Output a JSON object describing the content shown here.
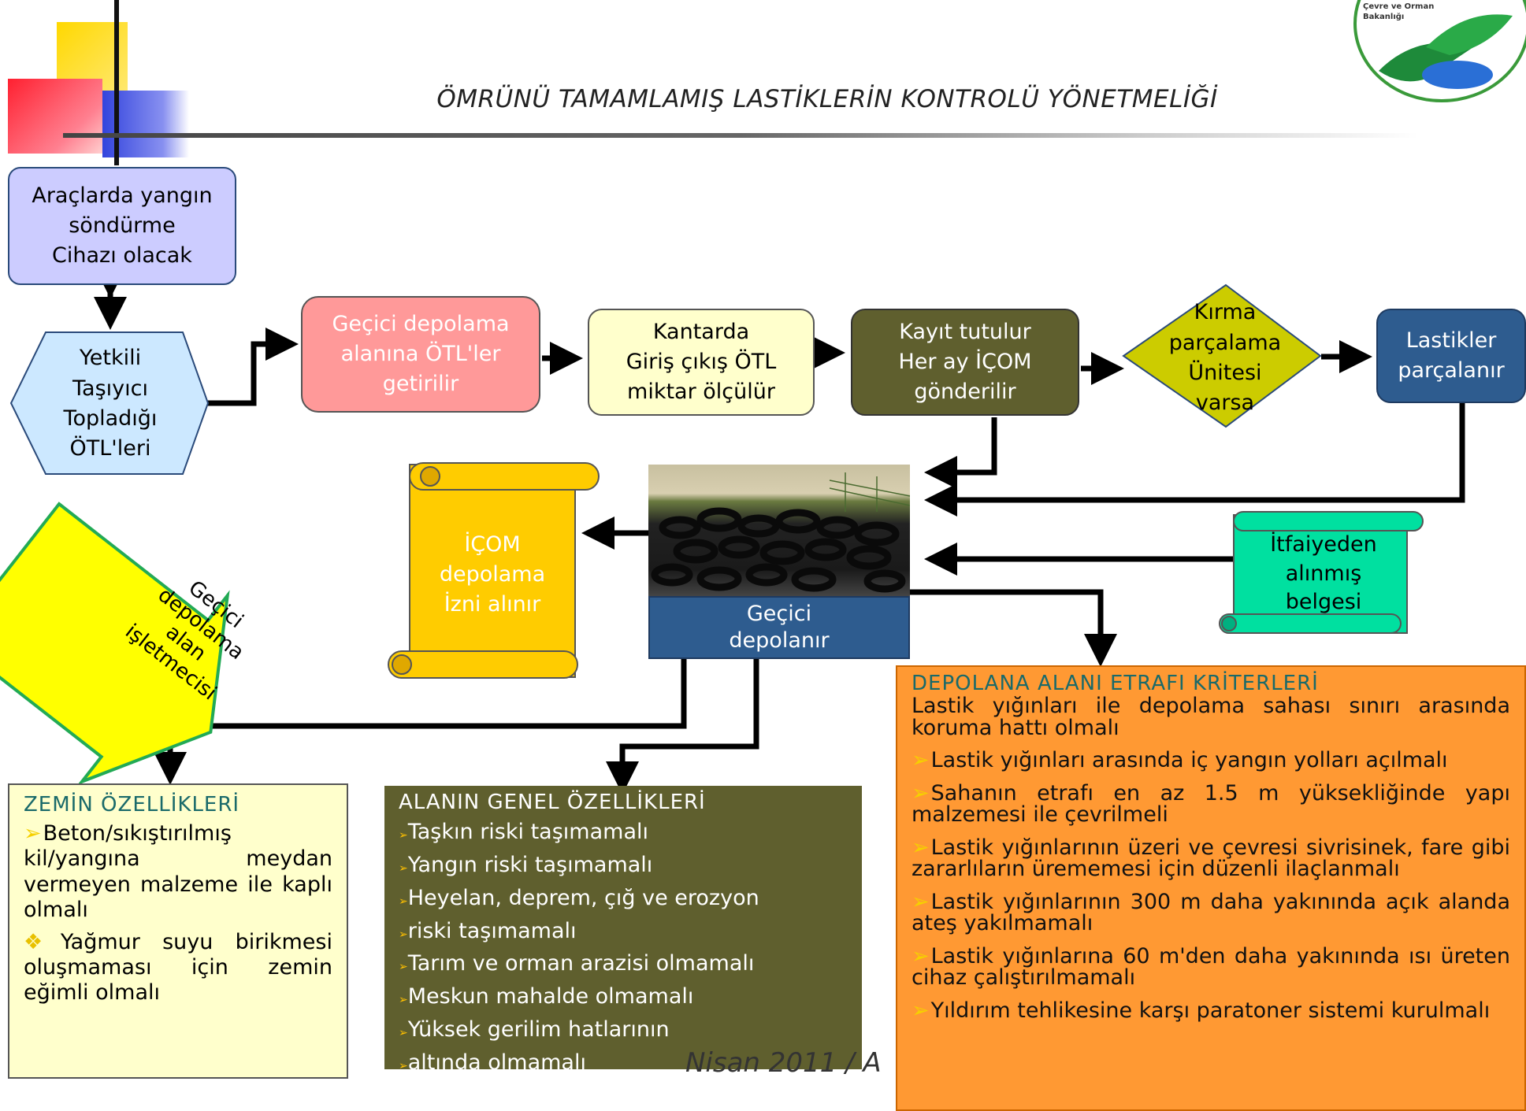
{
  "title": "ÖMRÜNÜ TAMAMLAMIŞ LASTİKLERİN KONTROLÜ YÖNETMELİĞİ",
  "logo": {
    "text_line1": "Çevre ve Orman",
    "text_line2": "Bakanlığı"
  },
  "nodes": {
    "fire_extinguisher": "Araçlarda yangın\nsöndürme\nCihazı olacak",
    "carrier": "Yetkili\nTaşıyıcı\nTopladığı\nÖTL'leri",
    "temp_storage_area": "Geçici depolama\nalanına ÖTL'ler\ngetirilir",
    "weighbridge": "Kantarda\nGiriş çıkış ÖTL\nmiktar ölçülür",
    "records": "Kayıt tutulur\nHer ay İÇOM\ngönderilir",
    "shredding_unit": "Kırma\nparçalama\nÜnitesi\nvarsa",
    "tires_shredded": "Lastikler\nparçalanır",
    "stored_temporarily": "Geçici\ndepolanır",
    "icom_permit": "İÇOM\ndepolama\nİzni alınır",
    "fire_dept_certificate": "İtfaiyeden\nalınmış\nbelgesi",
    "operator": "Geçici\ndepolama\nalan\nişletmecisi"
  },
  "panels": {
    "ground": {
      "heading": "ZEMİN ÖZELLİKLERİ",
      "items": [
        "Beton/sıkıştırılmış kil/yangına meydan vermeyen malzeme ile kaplı olmalı",
        "Yağmur suyu birikmesi oluşmaması için zemin eğimli olmalı"
      ]
    },
    "general": {
      "heading": "ALANIN GENEL ÖZELLİKLERİ",
      "items": [
        "Taşkın riski taşımamalı",
        "Yangın riski taşımamalı",
        "Heyelan, deprem, çığ ve erozyon",
        "riski taşımamalı",
        "Tarım ve orman arazisi olmamalı",
        "Meskun mahalde olmamalı",
        "Yüksek gerilim hatlarının",
        "altında olmamalı"
      ]
    },
    "surroundings": {
      "heading": "DEPOLANA ALANI ETRAFI KRİTERLERİ",
      "items": [
        "Lastik yığınları ile depolama sahası sınırı arasında koruma hattı olmalı",
        "Lastik yığınları arasında iç yangın yolları açılmalı",
        "Sahanın etrafı en az 1.5 m yüksekliğinde yapı malzemesi ile çevrilmeli",
        "Lastik yığınlarının üzeri ve çevresi sivrisinek, fare gibi zararlıların ürememesi için düzenli ilaçlanmalı",
        "Lastik yığınlarının 300 m daha yakınında açık alanda ateş yakılmamalı",
        "Lastik yığınlarına 60 m'den daha yakınında ısı üreten cihaz çalıştırılmamalı",
        "Yıldırım tehlikesine karşı paratoner sistemi kurulmalı"
      ]
    }
  },
  "footer": {
    "date_text": "Nisan 2011 / A"
  },
  "colors": {
    "lavender": "#ccccff",
    "light_blue": "#cce8ff",
    "pink": "#ff9999",
    "cream": "#ffffcc",
    "olive": "#5f5f2e",
    "khaki": "#cccc00",
    "steel_blue": "#2e5c8f",
    "gold": "#ffcc00",
    "mint": "#00e0a0",
    "yellow": "#ffff00",
    "orange": "#ff9933",
    "panel_olive": "#5f5f2e"
  }
}
